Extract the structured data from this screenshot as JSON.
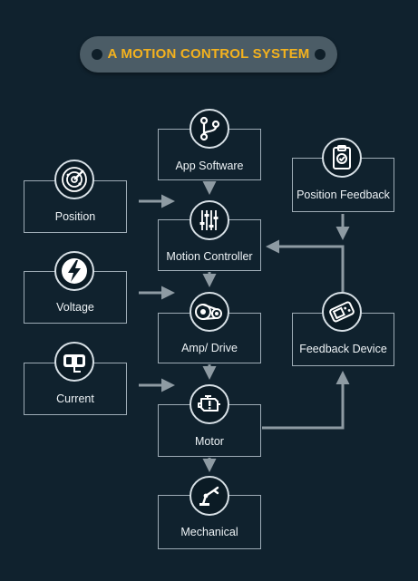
{
  "title": "A MOTION CONTROL SYSTEM",
  "colors": {
    "background": "#10222e",
    "accent": "#f4b21e",
    "pill": "#4b5c66",
    "box_border": "#9eacb6",
    "arrow": "#8e9ba3"
  },
  "nodes": {
    "app_software": {
      "label": "App Software",
      "icon": "git-branch-icon"
    },
    "position": {
      "label": "Position",
      "icon": "radar-icon"
    },
    "position_feedback": {
      "label": "Position Feedback",
      "icon": "clipboard-check-icon"
    },
    "motion_controller": {
      "label": "Motion Controller",
      "icon": "sliders-icon"
    },
    "voltage": {
      "label": "Voltage",
      "icon": "lightning-icon"
    },
    "amp_drive": {
      "label": "Amp/ Drive",
      "icon": "belt-drive-icon"
    },
    "feedback_device": {
      "label": "Feedback Device",
      "icon": "handheld-device-icon"
    },
    "current": {
      "label": "Current",
      "icon": "power-plug-icon"
    },
    "motor": {
      "label": "Motor",
      "icon": "engine-warning-icon"
    },
    "mechanical": {
      "label": "Mechanical",
      "icon": "robot-arm-icon"
    }
  }
}
